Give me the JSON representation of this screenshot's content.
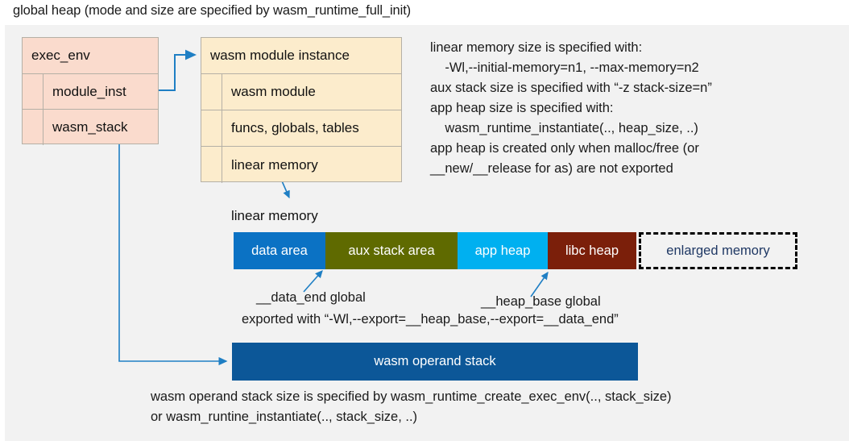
{
  "title": "global heap (mode and size are specified by wasm_runtime_full_init)",
  "colors": {
    "panel_bg": "#f2f2f2",
    "exec_env_fill": "#fadbcd",
    "module_fill": "#fceccc",
    "box_border": "#b5b0a6",
    "arrow": "#1f7fc4",
    "data_area": "#0b72c4",
    "aux_stack_area": "#5f6a00",
    "app_heap": "#00b0f0",
    "libc_heap": "#7b1f0a",
    "enlarged_memory_text": "#1f3864",
    "operand_stack": "#0c5798"
  },
  "exec_env": {
    "header": "exec_env",
    "rows": [
      {
        "label": "module_inst"
      },
      {
        "label": "wasm_stack"
      }
    ]
  },
  "wasm_module_instance": {
    "header": "wasm module instance",
    "rows": [
      {
        "label": "wasm module"
      },
      {
        "label": "funcs, globals, tables"
      },
      {
        "label": "linear memory"
      }
    ]
  },
  "notes_right": "linear memory size is specified with:\n    -Wl,--initial-memory=n1, --max-memory=n2\naux stack size is specified with “-z stack-size=n”\napp heap size is specified with:\n    wasm_runtime_instantiate(.., heap_size, ..)\napp heap is created only when malloc/free (or\n__new/__release for as) are not exported",
  "linear_memory": {
    "caption": "linear memory",
    "segments": [
      {
        "label": "data area",
        "color": "#0b72c4",
        "width": 114,
        "style": "solid"
      },
      {
        "label": "aux stack area",
        "color": "#5f6a00",
        "width": 164,
        "style": "solid"
      },
      {
        "label": "app heap",
        "color": "#00b0f0",
        "width": 112,
        "style": "solid"
      },
      {
        "label": "libc heap",
        "color": "#7b1f0a",
        "width": 110,
        "style": "solid"
      },
      {
        "label": "enlarged memory",
        "color": "#f2f2f2",
        "width": 197,
        "style": "dashed"
      }
    ]
  },
  "globals": {
    "data_end_label": "__data_end global",
    "heap_base_label": "__heap_base global",
    "exported_note": "exported with “-Wl,--export=__heap_base,--export=__data_end”"
  },
  "operand_stack": {
    "label": "wasm operand stack",
    "note": "wasm operand stack size is specified by wasm_runtime_create_exec_env(.., stack_size)\nor wasm_runtine_instantiate(.., stack_size, ..)"
  }
}
